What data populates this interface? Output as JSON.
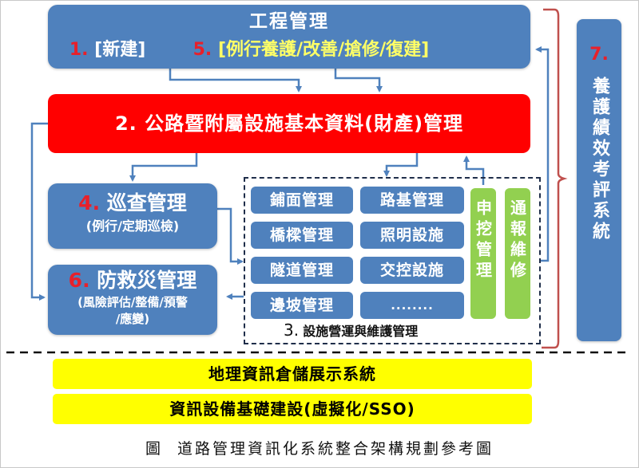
{
  "engineering": {
    "title": "工程管理",
    "item1_num": "1.",
    "item1_label": "[新建]",
    "item5_num": "5.",
    "item5_label": "[例行養護/改善/搶修/復建]"
  },
  "basic_data": {
    "label": "2. 公路暨附屬設施基本資料(財產)管理"
  },
  "inspection": {
    "num": "4.",
    "title": "巡查管理",
    "subtitle": "(例行/定期巡檢)"
  },
  "disaster": {
    "num": "6.",
    "title": "防救災管理",
    "subtitle_line1": "(風險評估/整備/預警",
    "subtitle_line2": "/應變)"
  },
  "facility_ops": {
    "num": "3.",
    "label": "設施營運與維護管理",
    "items": [
      "鋪面管理",
      "路基管理",
      "橋樑管理",
      "照明設施",
      "隧道管理",
      "交控設施",
      "邊坡管理",
      "........"
    ],
    "excavation": "申挖管理",
    "repair_report": "通報維修"
  },
  "performance": {
    "num": "7.",
    "label": "養護績效考評系統"
  },
  "foundation": {
    "gis": "地理資訊倉儲展示系統",
    "infra": "資訊設備基礎建設(虛擬化/SSO)"
  },
  "caption": "圖  道路管理資訊化系統整合架構規劃參考圖",
  "colors": {
    "blue": "#4f81bd",
    "red": "#ff0000",
    "green": "#92d050",
    "yellow": "#ffff00",
    "bracket": "#c0504d",
    "number_red": "#e8202a"
  }
}
